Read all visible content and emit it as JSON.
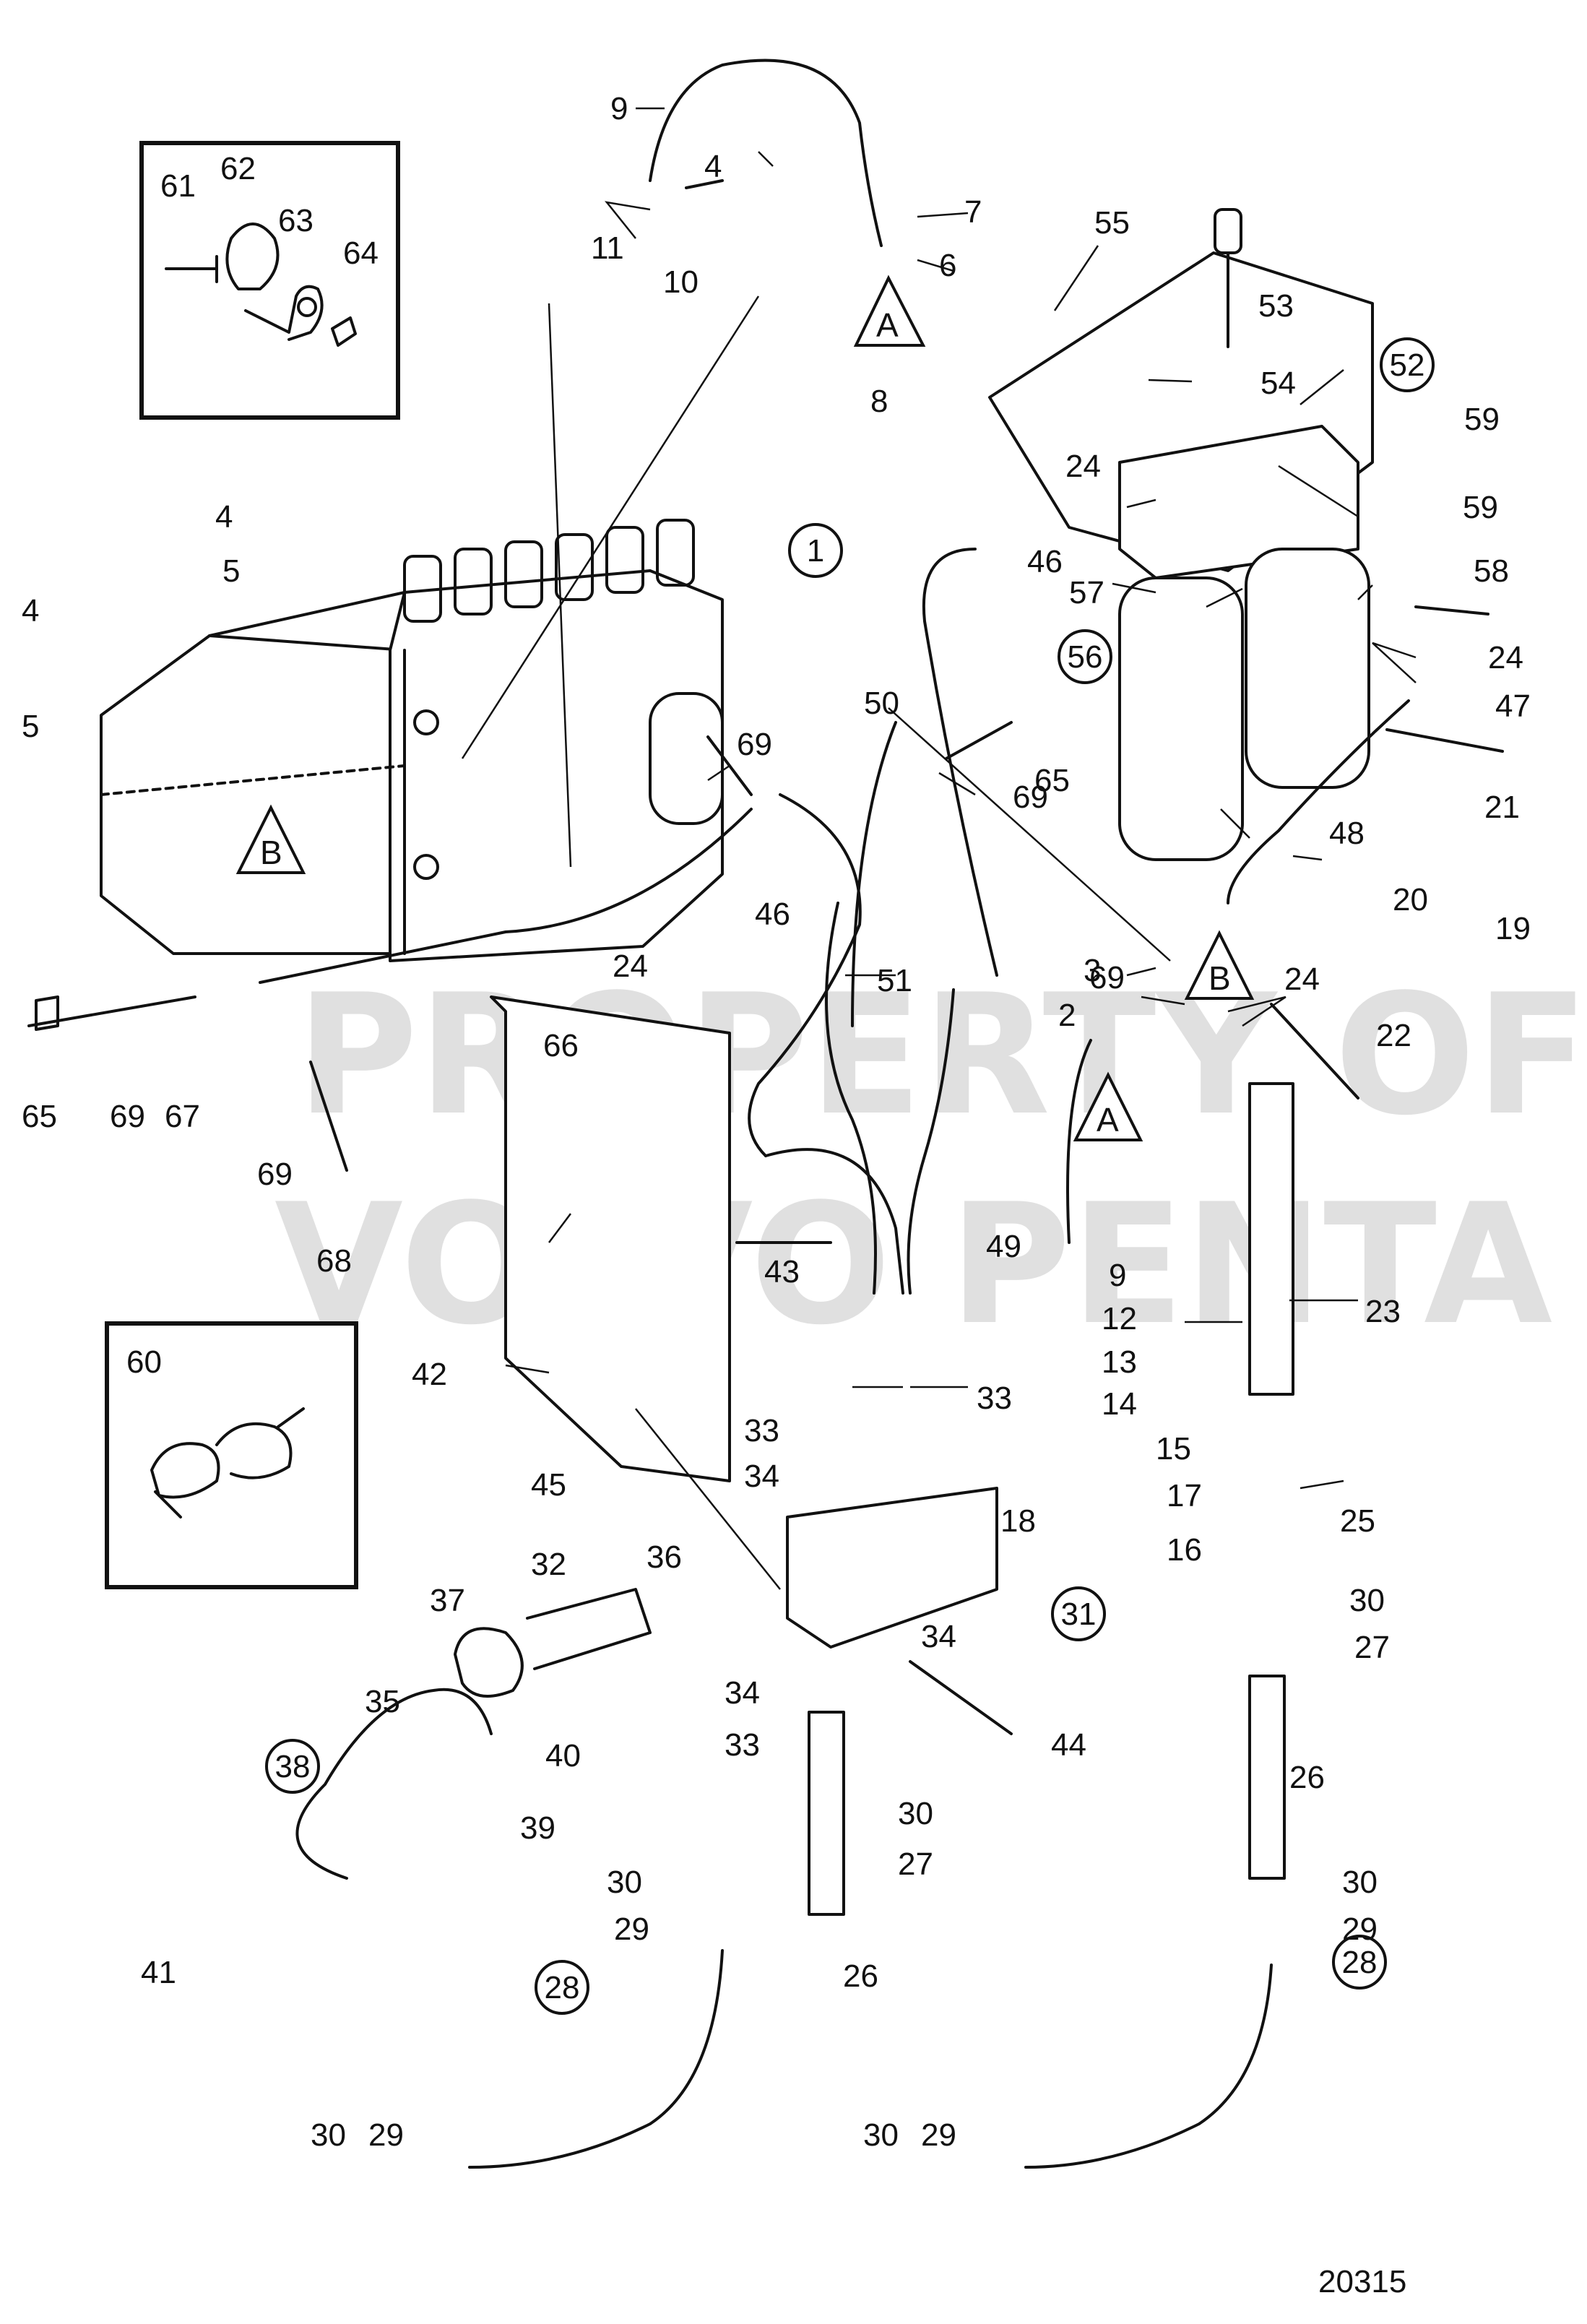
{
  "drawing_number": "20315",
  "watermark": {
    "line1": "PROPERTY OF",
    "line2": "VOLVO PENTA"
  },
  "reference_markers": [
    "A",
    "B"
  ],
  "part_labels": [
    {
      "id": "p9a",
      "text": "9"
    },
    {
      "id": "p4a",
      "text": "4"
    },
    {
      "id": "p7",
      "text": "7"
    },
    {
      "id": "p11",
      "text": "11"
    },
    {
      "id": "p10",
      "text": "10"
    },
    {
      "id": "p6",
      "text": "6"
    },
    {
      "id": "p8",
      "text": "8"
    },
    {
      "id": "p55",
      "text": "55"
    },
    {
      "id": "p53",
      "text": "53"
    },
    {
      "id": "p52",
      "text": "52",
      "circled": true
    },
    {
      "id": "p54",
      "text": "54"
    },
    {
      "id": "p59a",
      "text": "59"
    },
    {
      "id": "p59b",
      "text": "59"
    },
    {
      "id": "p24a",
      "text": "24"
    },
    {
      "id": "p46a",
      "text": "46"
    },
    {
      "id": "p57",
      "text": "57"
    },
    {
      "id": "p58",
      "text": "58"
    },
    {
      "id": "p56",
      "text": "56",
      "circled": true
    },
    {
      "id": "p24b",
      "text": "24"
    },
    {
      "id": "p47",
      "text": "47"
    },
    {
      "id": "p4b",
      "text": "4"
    },
    {
      "id": "p5a",
      "text": "5"
    },
    {
      "id": "p4c",
      "text": "4"
    },
    {
      "id": "p5b",
      "text": "5"
    },
    {
      "id": "p1",
      "text": "1",
      "circled": true
    },
    {
      "id": "p50",
      "text": "50"
    },
    {
      "id": "p65a",
      "text": "65"
    },
    {
      "id": "p69a",
      "text": "69"
    },
    {
      "id": "p69b",
      "text": "69"
    },
    {
      "id": "p21",
      "text": "21"
    },
    {
      "id": "p48",
      "text": "48"
    },
    {
      "id": "p20",
      "text": "20"
    },
    {
      "id": "p19",
      "text": "19"
    },
    {
      "id": "p24c",
      "text": "24"
    },
    {
      "id": "p46b",
      "text": "46"
    },
    {
      "id": "p69c",
      "text": "69"
    },
    {
      "id": "p3",
      "text": "3"
    },
    {
      "id": "p24d",
      "text": "24"
    },
    {
      "id": "p51",
      "text": "51"
    },
    {
      "id": "p2",
      "text": "2"
    },
    {
      "id": "p22",
      "text": "22"
    },
    {
      "id": "p66",
      "text": "66"
    },
    {
      "id": "p65b",
      "text": "65"
    },
    {
      "id": "p69d",
      "text": "69"
    },
    {
      "id": "p67",
      "text": "67"
    },
    {
      "id": "p69e",
      "text": "69"
    },
    {
      "id": "p68",
      "text": "68"
    },
    {
      "id": "p43",
      "text": "43"
    },
    {
      "id": "p49",
      "text": "49"
    },
    {
      "id": "p9b",
      "text": "9"
    },
    {
      "id": "p23",
      "text": "23"
    },
    {
      "id": "p12",
      "text": "12"
    },
    {
      "id": "p13",
      "text": "13"
    },
    {
      "id": "p60",
      "text": "60"
    },
    {
      "id": "p42",
      "text": "42"
    },
    {
      "id": "p33a",
      "text": "33"
    },
    {
      "id": "p33b",
      "text": "33"
    },
    {
      "id": "p14",
      "text": "14"
    },
    {
      "id": "p15",
      "text": "15"
    },
    {
      "id": "p34a",
      "text": "34"
    },
    {
      "id": "p45",
      "text": "45"
    },
    {
      "id": "p18",
      "text": "18"
    },
    {
      "id": "p17",
      "text": "17"
    },
    {
      "id": "p25",
      "text": "25"
    },
    {
      "id": "p16",
      "text": "16"
    },
    {
      "id": "p32",
      "text": "32"
    },
    {
      "id": "p36",
      "text": "36"
    },
    {
      "id": "p37",
      "text": "37"
    },
    {
      "id": "p30a",
      "text": "30"
    },
    {
      "id": "p31",
      "text": "31",
      "circled": true
    },
    {
      "id": "p34b",
      "text": "34"
    },
    {
      "id": "p27a",
      "text": "27"
    },
    {
      "id": "p35",
      "text": "35"
    },
    {
      "id": "p34c",
      "text": "34"
    },
    {
      "id": "p33c",
      "text": "33"
    },
    {
      "id": "p44",
      "text": "44"
    },
    {
      "id": "p26a",
      "text": "26"
    },
    {
      "id": "p40",
      "text": "40"
    },
    {
      "id": "p38",
      "text": "38",
      "circled": true
    },
    {
      "id": "p39",
      "text": "39"
    },
    {
      "id": "p30b",
      "text": "30"
    },
    {
      "id": "p27b",
      "text": "27"
    },
    {
      "id": "p30c",
      "text": "30"
    },
    {
      "id": "p30d",
      "text": "30"
    },
    {
      "id": "p29a",
      "text": "29"
    },
    {
      "id": "p29b",
      "text": "29"
    },
    {
      "id": "p41",
      "text": "41"
    },
    {
      "id": "p26b",
      "text": "26"
    },
    {
      "id": "p28a",
      "text": "28",
      "circled": true
    },
    {
      "id": "p28b",
      "text": "28",
      "circled": true
    },
    {
      "id": "p30e",
      "text": "30"
    },
    {
      "id": "p29c",
      "text": "29"
    },
    {
      "id": "p30f",
      "text": "30"
    },
    {
      "id": "p29d",
      "text": "29"
    },
    {
      "id": "p61",
      "text": "61"
    },
    {
      "id": "p62",
      "text": "62"
    },
    {
      "id": "p63",
      "text": "63"
    },
    {
      "id": "p64",
      "text": "64"
    }
  ]
}
